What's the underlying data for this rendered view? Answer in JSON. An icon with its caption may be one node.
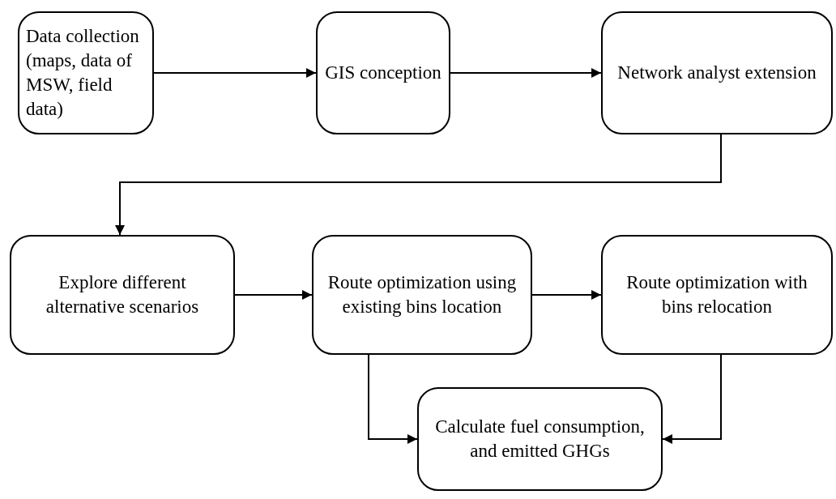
{
  "diagram": {
    "nodes": [
      {
        "text": [
          "Data collection (maps, data of MSW, field data)"
        ]
      },
      {
        "text": [
          "GIS conception"
        ]
      },
      {
        "text": [
          "Network analyst extension"
        ]
      },
      {
        "text": [
          "Explore different alternative scenarios"
        ]
      },
      {
        "text": [
          "Route optimization using existing bins location"
        ]
      },
      {
        "text": [
          "Route optimization with bins relocation"
        ]
      },
      {
        "text": [
          "Calculate fuel consumption, and emitted GHGs"
        ]
      }
    ],
    "edges": [
      {
        "from": 0,
        "to": 1,
        "arrow": "to"
      },
      {
        "from": 1,
        "to": 2,
        "arrow": "to"
      },
      {
        "from": 2,
        "to": 3,
        "arrow": "to"
      },
      {
        "from": 3,
        "to": 4,
        "arrow": "to"
      },
      {
        "from": 4,
        "to": 5,
        "arrow": "to"
      },
      {
        "from": 4,
        "to": 6,
        "arrow": "to"
      },
      {
        "from": 5,
        "to": 6,
        "arrow": "to"
      }
    ]
  }
}
